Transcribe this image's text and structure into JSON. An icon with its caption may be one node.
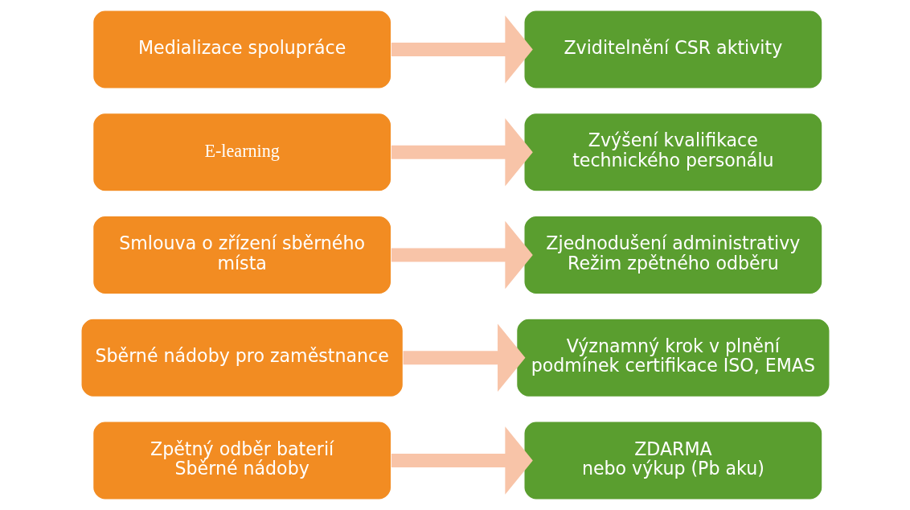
{
  "diagram": {
    "nodes": [
      {
        "text": [
          "Zpětný odběr baterií",
          "Sběrné nádoby"
        ]
      },
      {
        "text": [
          "Sběrné nádoby pro zaměstnance"
        ]
      },
      {
        "text": [
          "Smlouva o zřízení sběrného místa"
        ]
      },
      {
        "text": [
          "E-learning"
        ]
      },
      {
        "text": [
          "Medializace spolupráce"
        ]
      },
      {
        "text": [
          "ZDARMA",
          "nebo výkup (Pb aku)"
        ]
      },
      {
        "text": [
          "Významný krok v plnění podmínek certifikace ISO, EMAS"
        ]
      },
      {
        "text": [
          "Zjednodušení administrativy",
          "Režim zpětného odběru"
        ]
      },
      {
        "text": [
          "Zvýšení kvalifikace technického personálu"
        ]
      },
      {
        "text": [
          "Zviditelnění CSR aktivity"
        ]
      }
    ],
    "edges": [
      {
        "from": 0,
        "to": 5,
        "arrow": "to"
      },
      {
        "from": 1,
        "to": 6,
        "arrow": "to"
      },
      {
        "from": 2,
        "to": 7,
        "arrow": "to"
      },
      {
        "from": 3,
        "to": 8,
        "arrow": "to"
      },
      {
        "from": 4,
        "to": 9,
        "arrow": "to"
      }
    ]
  }
}
